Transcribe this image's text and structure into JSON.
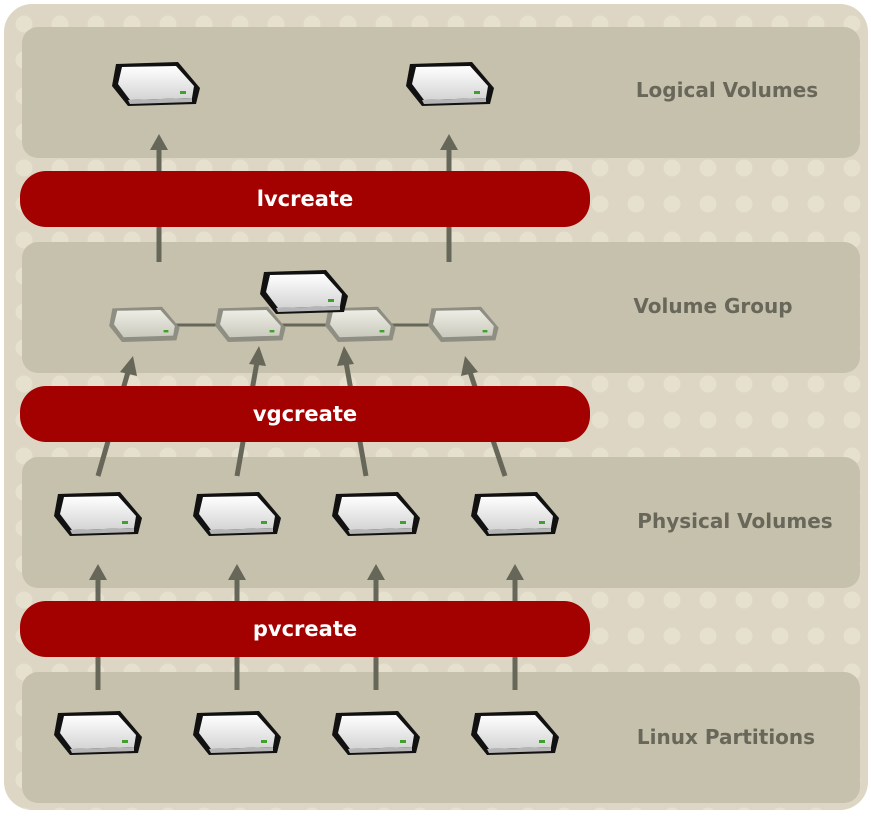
{
  "layers": {
    "logical_volumes": "Logical Volumes",
    "volume_group": "Volume Group",
    "physical_volumes": "Physical Volumes",
    "linux_partitions": "Linux Partitions"
  },
  "commands": {
    "lvcreate": "lvcreate",
    "vgcreate": "vgcreate",
    "pvcreate": "pvcreate"
  },
  "colors": {
    "outer_background": "#ddd6c4",
    "panel": "#c6c1ad",
    "command_bar": "#a30000",
    "command_text": "#ffffff",
    "label_text": "#686759",
    "arrow": "#676759",
    "dots": "#e6e0cf"
  },
  "icons": {
    "disk": "hard-disk-icon"
  }
}
